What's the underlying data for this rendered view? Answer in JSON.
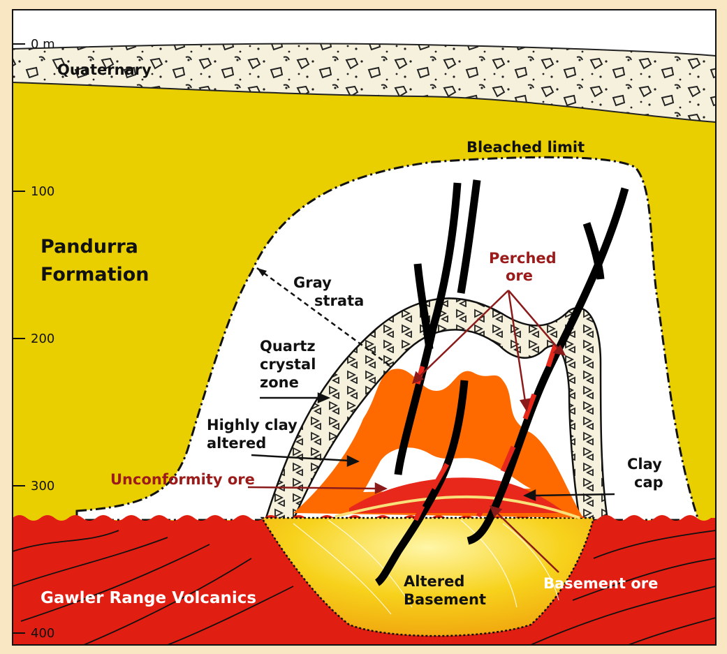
{
  "diagram": {
    "depth_scale": {
      "unit": "m",
      "ticks": [
        {
          "label": "0 m",
          "value": 0
        },
        {
          "label": "100",
          "value": 100
        },
        {
          "label": "200",
          "value": 200
        },
        {
          "label": "300",
          "value": 300
        },
        {
          "label": "400",
          "value": 400
        }
      ]
    },
    "labels": {
      "quaternary": "Quaternary",
      "pandurra_line1": "Pandurra",
      "pandurra_line2": "Formation",
      "bleached_limit": "Bleached limit",
      "gray_line1": "Gray",
      "gray_line2": "strata",
      "quartz_line1": "Quartz",
      "quartz_line2": "crystal",
      "quartz_line3": "zone",
      "clay_altered_line1": "Highly clay",
      "clay_altered_line2": "altered",
      "perched_line1": "Perched",
      "perched_line2": "ore",
      "clay_cap_line1": "Clay",
      "clay_cap_line2": "cap",
      "unconformity_ore": "Unconformity ore",
      "altered_basement_line1": "Altered",
      "altered_basement_line2": "Basement",
      "basement_ore": "Basement ore",
      "gawler": "Gawler Range Volcanics"
    },
    "colors": {
      "frame": "#f9e6c2",
      "pandurra": "#e9cf00",
      "quaternary": "#f5f1dc",
      "gawler": "#e01e12",
      "bleached": "#ffffff",
      "clay_altered": "#ff6a00",
      "ore_red": "#e8281a",
      "altered_basement": "#f7d21c",
      "fault": "#000000",
      "label_red": "#9b1b1b"
    }
  }
}
